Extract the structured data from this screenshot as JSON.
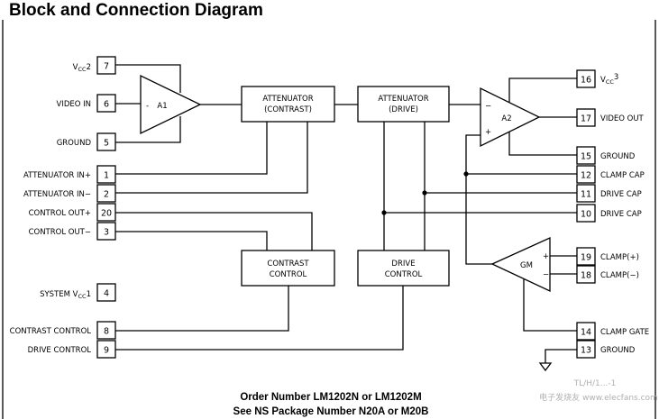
{
  "title": "Block and Connection Diagram",
  "blocks": {
    "a1": "A1",
    "a2": "A2",
    "gm": "GM",
    "att_contrast_l1": "ATTENUATOR",
    "att_contrast_l2": "(CONTRAST)",
    "att_drive_l1": "ATTENUATOR",
    "att_drive_l2": "(DRIVE)",
    "contrast_control_l1": "CONTRAST",
    "contrast_control_l2": "CONTROL",
    "drive_control_l1": "DRIVE",
    "drive_control_l2": "CONTROL"
  },
  "pins_left": {
    "p7": {
      "num": "7",
      "label": "V",
      "sub": "CC",
      "suffix": "2"
    },
    "p6": {
      "num": "6",
      "label": "VIDEO IN"
    },
    "p5": {
      "num": "5",
      "label": "GROUND"
    },
    "p1": {
      "num": "1",
      "label": "ATTENUATOR IN+"
    },
    "p2": {
      "num": "2",
      "label": "ATTENUATOR IN−"
    },
    "p20": {
      "num": "20",
      "label": "CONTROL OUT+"
    },
    "p3": {
      "num": "3",
      "label": "CONTROL OUT−"
    },
    "p4": {
      "num": "4",
      "label": "SYSTEM V",
      "sub": "CC",
      "suffix": "1"
    },
    "p8": {
      "num": "8",
      "label": "CONTRAST CONTROL"
    },
    "p9": {
      "num": "9",
      "label": "DRIVE CONTROL"
    }
  },
  "pins_right": {
    "p16": {
      "num": "16",
      "label": "V",
      "sub": "CC",
      "suffix": "3"
    },
    "p17": {
      "num": "17",
      "label": "VIDEO OUT"
    },
    "p15": {
      "num": "15",
      "label": "GROUND"
    },
    "p12": {
      "num": "12",
      "label": "CLAMP CAP"
    },
    "p11": {
      "num": "11",
      "label": "DRIVE CAP"
    },
    "p10": {
      "num": "10",
      "label": "DRIVE CAP"
    },
    "p19": {
      "num": "19",
      "label": "CLAMP(+)"
    },
    "p18": {
      "num": "18",
      "label": "CLAMP(−)"
    },
    "p14": {
      "num": "14",
      "label": "CLAMP GATE"
    },
    "p13": {
      "num": "13",
      "label": "GROUND"
    }
  },
  "signs": {
    "minus": "−",
    "plus": "+",
    "a1_minus": "-"
  },
  "footer": {
    "line1": "Order Number LM1202N or LM1202M",
    "line2": "See NS Package Number N20A or M20B"
  },
  "figure_ref": "TL/H/1...-1",
  "watermark": "电子发烧友 www.elecfans.com"
}
